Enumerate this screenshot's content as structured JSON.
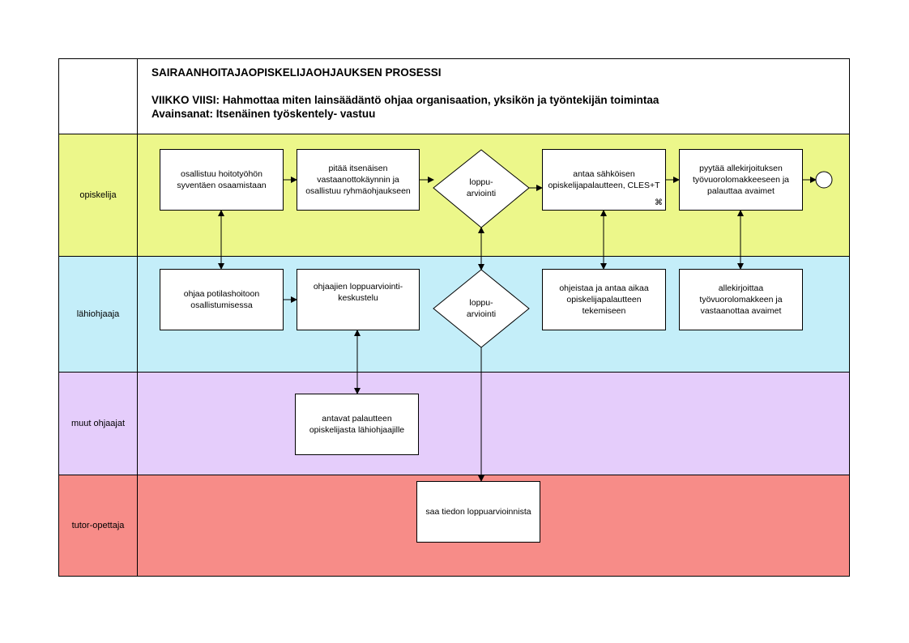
{
  "header": {
    "title": "SAIRAANHOITAJAOPISKELIJAOHJAUKSEN PROSESSI",
    "week": "VIIKKO VIISI: Hahmottaa miten lainsäädäntö ohjaa organisaation, yksikön ja työntekijän toimintaa",
    "keywords": "Avainsanat: Itsenäinen työskentely- vastuu"
  },
  "lanes": {
    "opiskelija": {
      "label": "opiskelija",
      "color": "#ecf78a"
    },
    "lahiohjaaja": {
      "label": "lähiohjaaja",
      "color": "#c4eef9"
    },
    "muut": {
      "label": "muut ohjaajat",
      "color": "#e5cdfb"
    },
    "tutor": {
      "label": "tutor-opettaja",
      "color": "#f78c88"
    }
  },
  "nodes": {
    "osallistuu": "osallistuu hoitotyöhön syventäen osaamistaan",
    "pitaa": "pitää itsenäisen vastaanottokäynnin ja osallistuu ryhmäohjaukseen",
    "loppuarviointi_1": "loppu-\narviointi",
    "antaa_palautteen": "antaa sähköisen opiskelijapalautteen, CLES+T",
    "pyytaa": "pyytää allekirjoituksen työvuorolomakkeeseen ja palauttaa avaimet",
    "ohjaa_potilas": "ohjaa potilashoitoon osallistumisessa",
    "ohjaajien": "ohjaajien loppuarviointi-keskustelu",
    "loppuarviointi_2": "loppu-\narviointi",
    "ohjeistaa": "ohjeistaa ja antaa aikaa opiskelijapalautteen tekemiseen",
    "allekirjoittaa": "allekirjoittaa työvuorolomakkeen ja vastaanottaa avaimet",
    "antavat": "antavat palautteen opiskelijasta lähiohjaajille",
    "saa_tiedon": "saa tiedon loppuarvioinnista"
  },
  "icons": {
    "cles": "subprocess-icon",
    "end": "end-event-icon"
  }
}
